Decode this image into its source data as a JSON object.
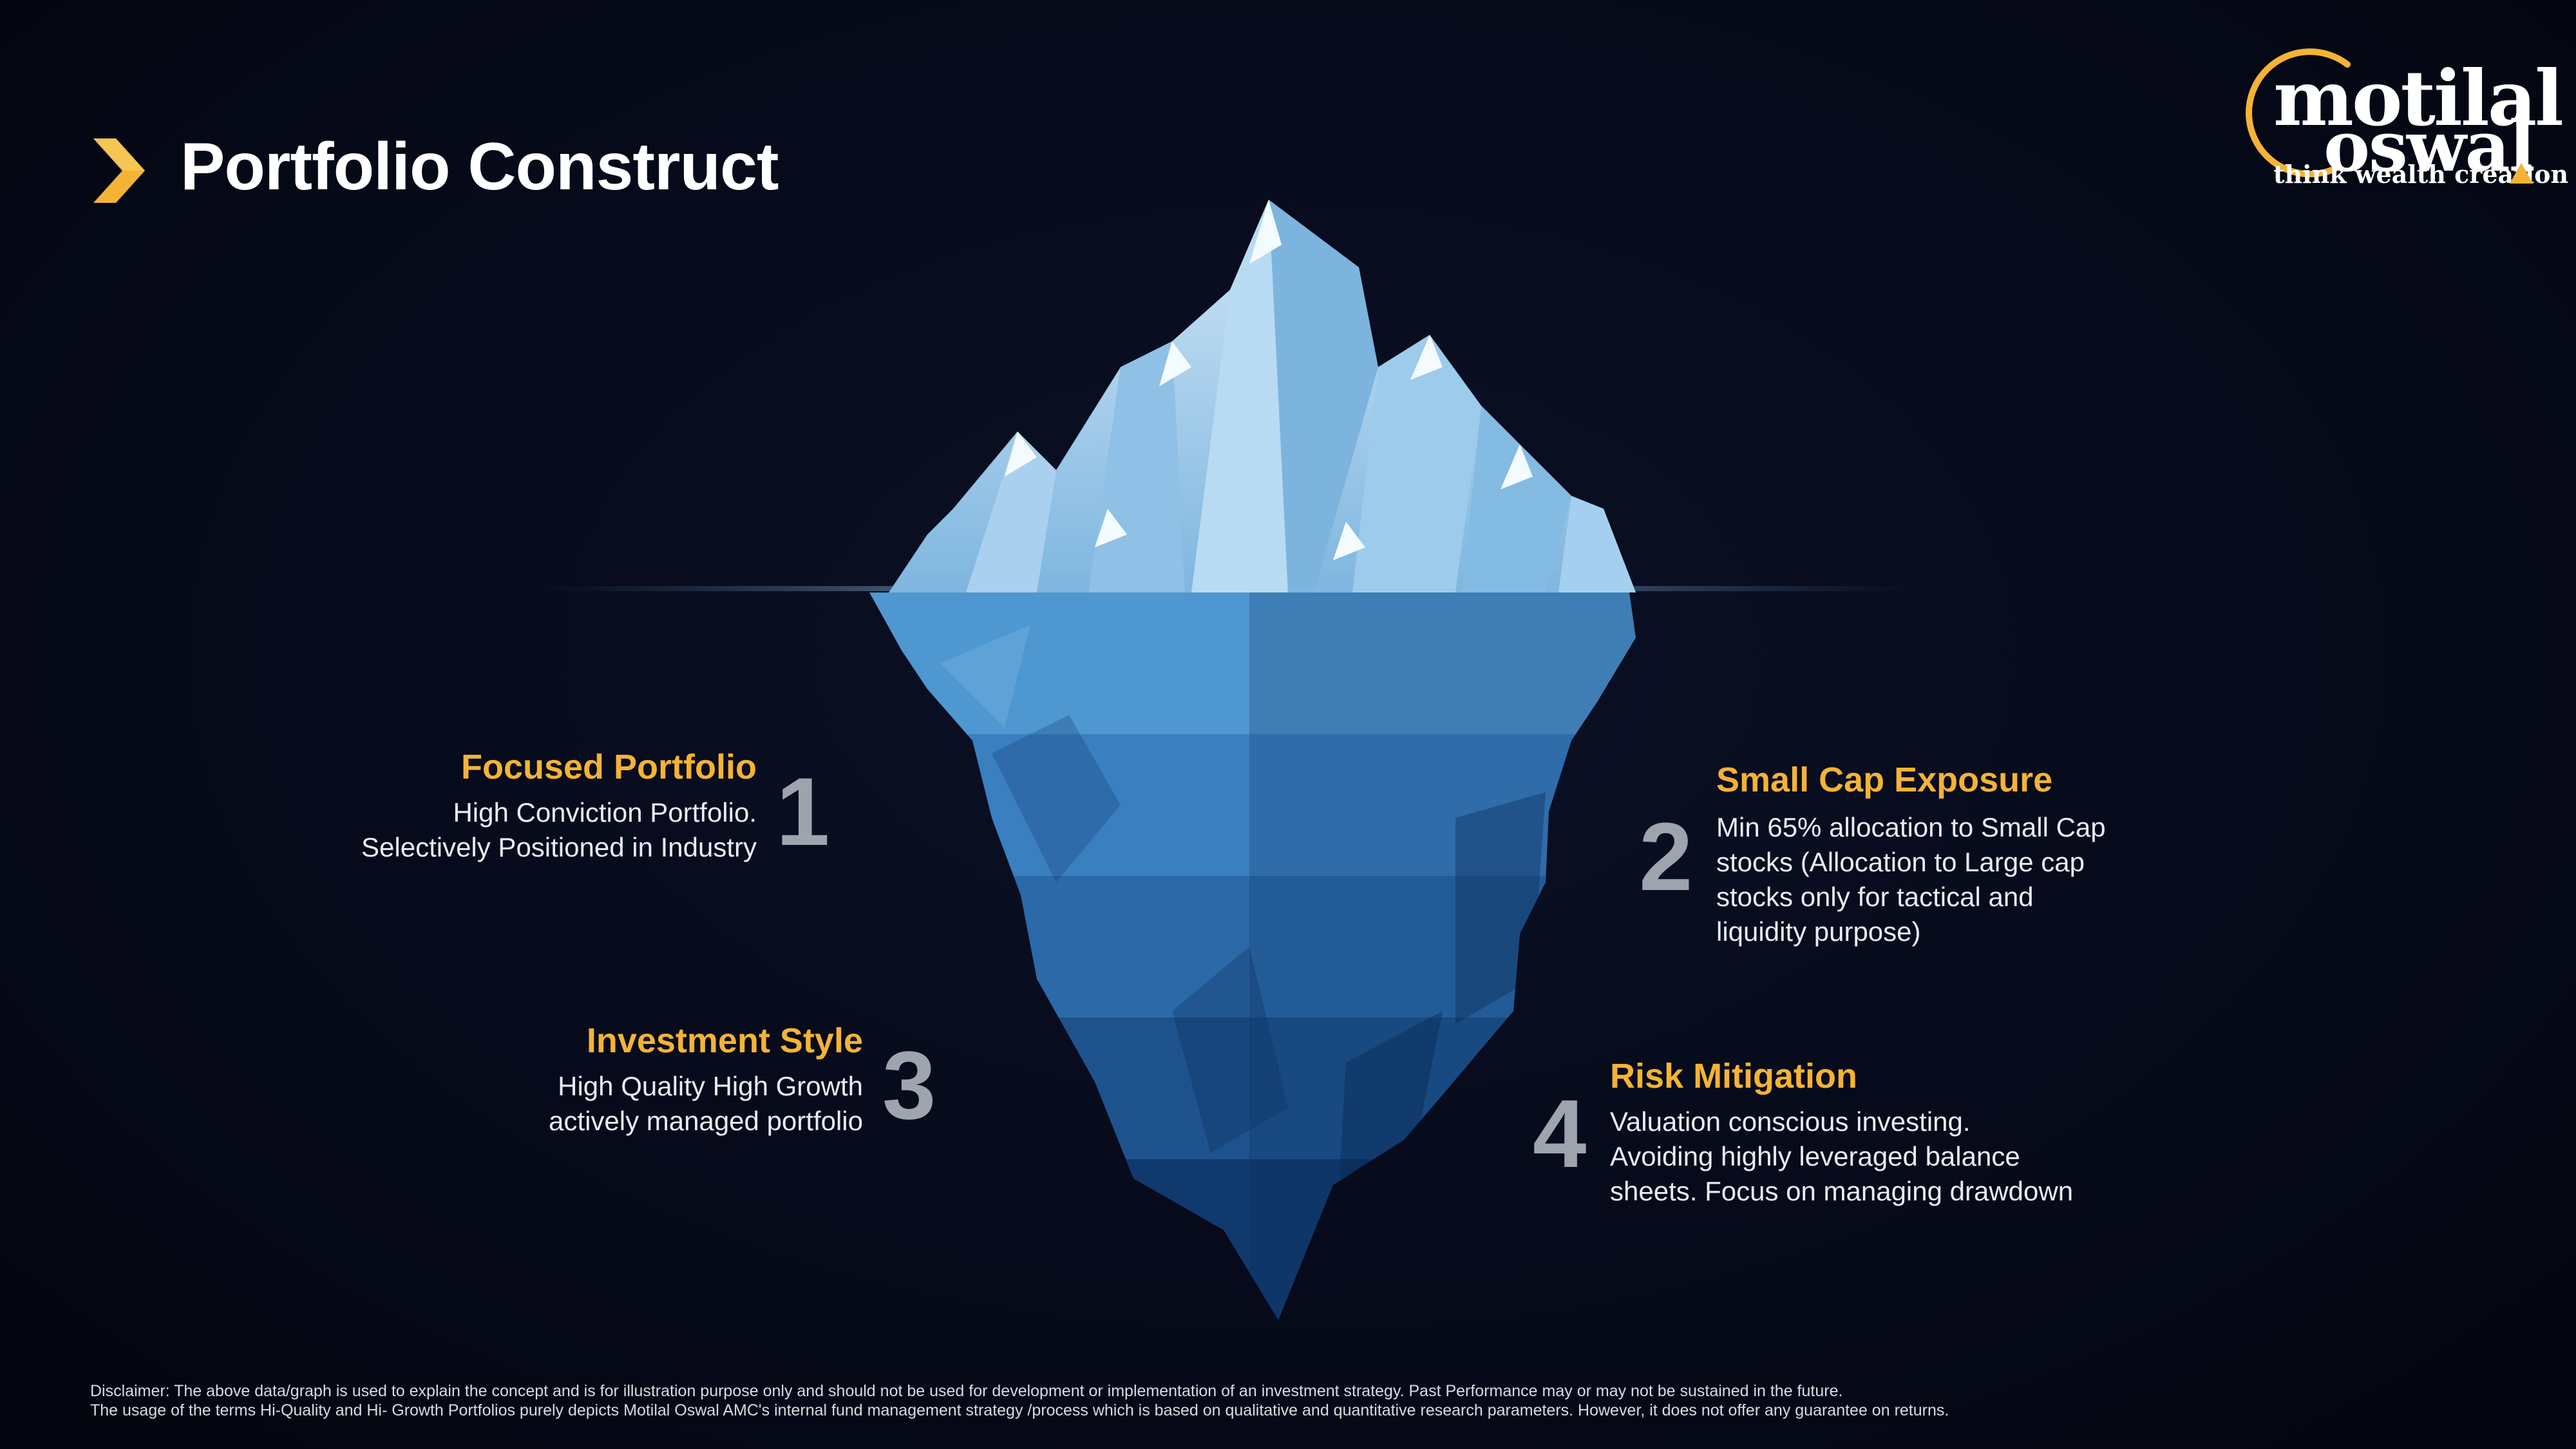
{
  "header": {
    "title": "Portfolio Construct",
    "accent_color": "#f5b335"
  },
  "logo": {
    "word_1": "motilal",
    "word_2": "oswal",
    "tagline": "think wealth creation"
  },
  "points": [
    {
      "number": "1",
      "title": "Focused Portfolio",
      "description": "High Conviction Portfolio.\nSelectively Positioned in Industry"
    },
    {
      "number": "2",
      "title": "Small Cap Exposure",
      "description": "Min 65% allocation to Small Cap\nstocks (Allocation to Large cap\nstocks only for tactical and\nliquidity purpose)"
    },
    {
      "number": "3",
      "title": "Investment Style",
      "description": "High Quality High Growth\nactively managed portfolio"
    },
    {
      "number": "4",
      "title": "Risk Mitigation",
      "description": "Valuation conscious investing.\nAvoiding highly leveraged balance\nsheets. Focus on managing drawdown"
    }
  ],
  "disclaimer": {
    "line_1": "Disclaimer: The above data/graph is used to explain the concept and is for illustration purpose only and should not be used for development or implementation of an investment strategy. Past Performance may or may not be sustained in the future.",
    "line_2": "The usage of the terms Hi-Quality and Hi- Growth Portfolios purely depicts Motilal Oswal AMC's internal fund management strategy /process which is based on qualitative and quantitative research parameters. However, it does not offer any guarantee on returns."
  },
  "colors": {
    "background": "#060a1a",
    "title_text": "#ffffff",
    "point_title": "#f5b335",
    "point_number": "#9ea4ad",
    "iceberg_top": "#9cc8e8",
    "iceberg_deep": "#0b2f66"
  },
  "icons": {
    "title_marker": "yellow-chevron-icon",
    "logo_mark": "logo-ring-icon"
  }
}
